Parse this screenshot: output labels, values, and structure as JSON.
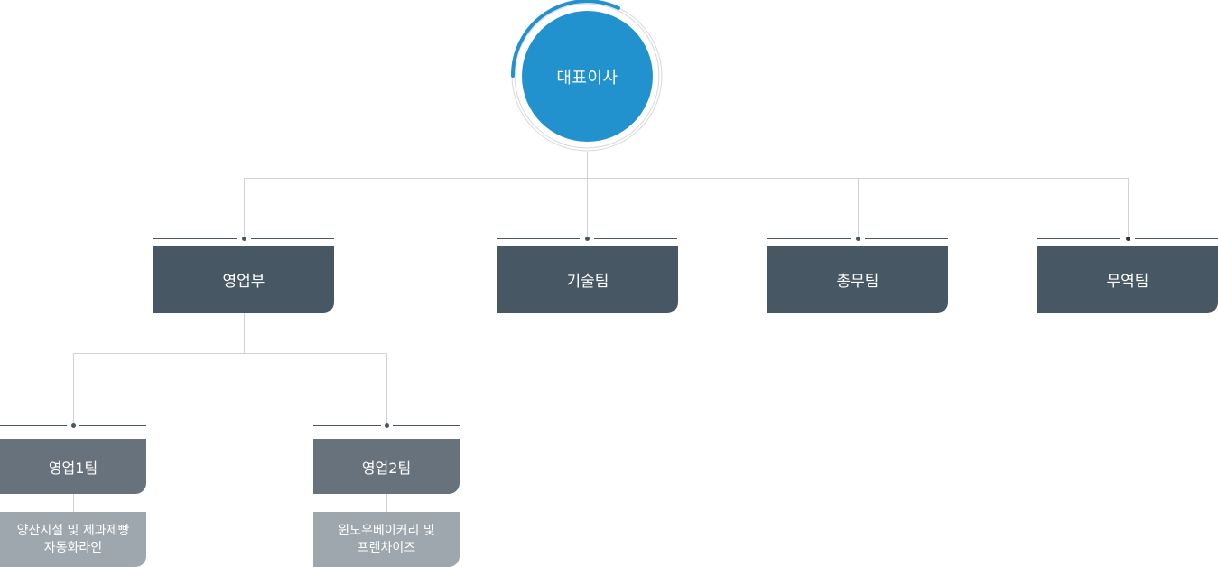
{
  "ceo": {
    "label": "대표이사"
  },
  "departments": [
    {
      "label": "영업부"
    },
    {
      "label": "기술팀"
    },
    {
      "label": "총무팀"
    },
    {
      "label": "무역팀"
    }
  ],
  "sales_teams": [
    {
      "label": "영업1팀",
      "description_line1": "양산시설 및 제과제빵",
      "description_line2": "자동화라인"
    },
    {
      "label": "영업2팀",
      "description_line1": "윈도우베이커리 및",
      "description_line2": "프렌차이즈"
    }
  ],
  "colors": {
    "ceo": "#2192cd",
    "department_box": "#485764",
    "team_box": "#68727c",
    "description_box": "#9ea7ae",
    "connector": "#cfd2d6"
  }
}
